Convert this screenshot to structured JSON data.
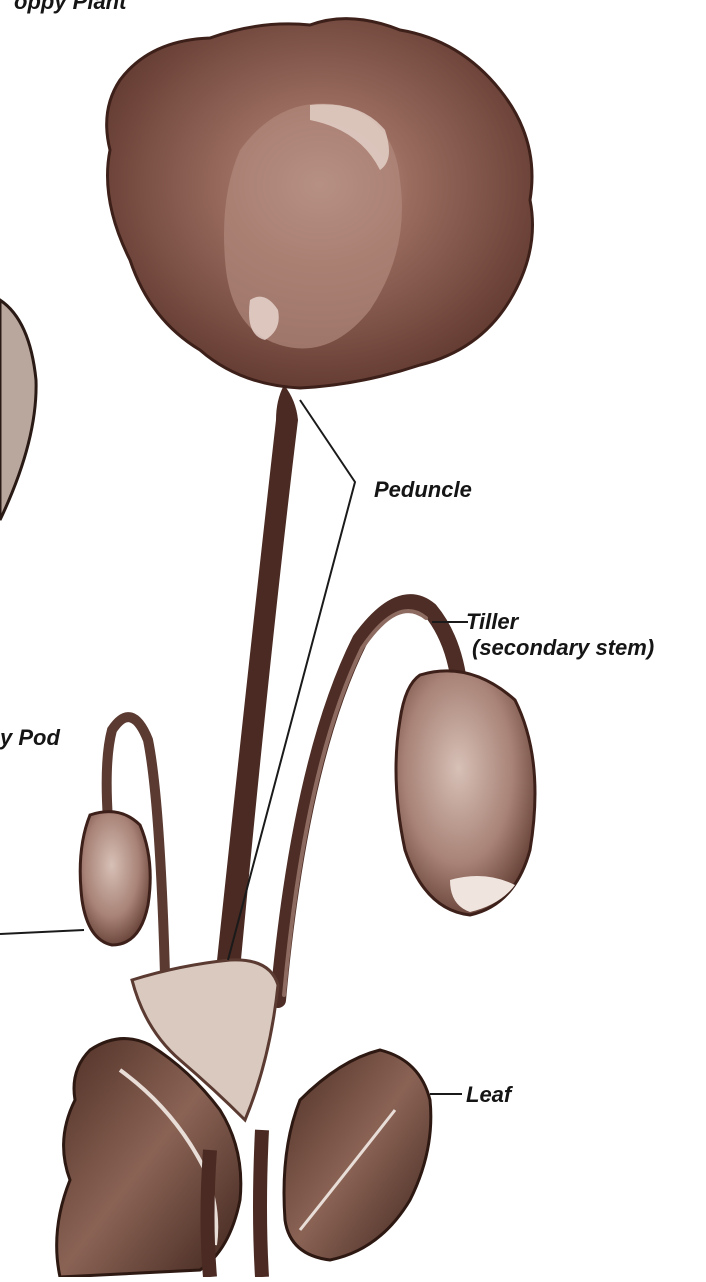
{
  "labels": {
    "title": "oppy Plant",
    "peduncle": "Peduncle",
    "tiller": "Tiller",
    "tiller_sub": "(secondary stem)",
    "pod": "y Pod",
    "leaf": "Leaf"
  },
  "colors": {
    "background": "#ffffff",
    "petal_dark": "#6b3f35",
    "petal_mid": "#8a5a4d",
    "petal_light": "#c4a296",
    "stem": "#4a2a22",
    "leaf_dark": "#5a3528",
    "leaf_light": "#d9c9bf",
    "bud": "#a88276",
    "leader_line": "#1a1a1a",
    "label_text": "#151515"
  }
}
